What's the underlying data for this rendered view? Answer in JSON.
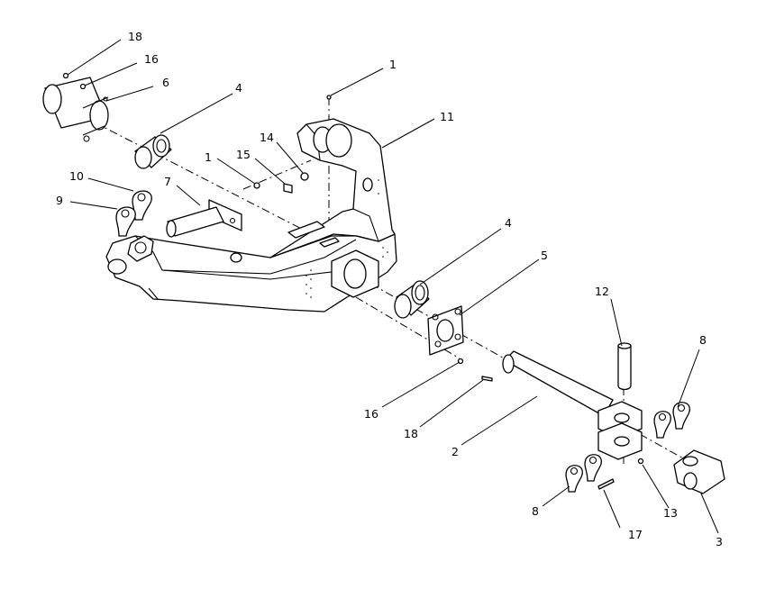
{
  "callouts": [
    {
      "id": "c-18-top",
      "text": "18"
    },
    {
      "id": "c-16-top",
      "text": "16"
    },
    {
      "id": "c-6",
      "text": "6"
    },
    {
      "id": "c-4-top",
      "text": "4"
    },
    {
      "id": "c-1-top",
      "text": "1"
    },
    {
      "id": "c-11",
      "text": "11"
    },
    {
      "id": "c-14",
      "text": "14"
    },
    {
      "id": "c-15",
      "text": "15"
    },
    {
      "id": "c-1-mid",
      "text": "1"
    },
    {
      "id": "c-10",
      "text": "10"
    },
    {
      "id": "c-7",
      "text": "7"
    },
    {
      "id": "c-9",
      "text": "9"
    },
    {
      "id": "c-4-mid",
      "text": "4"
    },
    {
      "id": "c-5",
      "text": "5"
    },
    {
      "id": "c-12",
      "text": "12"
    },
    {
      "id": "c-8-right",
      "text": "8"
    },
    {
      "id": "c-16-bottom",
      "text": "16"
    },
    {
      "id": "c-18-bottom",
      "text": "18"
    },
    {
      "id": "c-2",
      "text": "2"
    },
    {
      "id": "c-8-bottom",
      "text": "8"
    },
    {
      "id": "c-13",
      "text": "13"
    },
    {
      "id": "c-17",
      "text": "17"
    },
    {
      "id": "c-3",
      "text": "3"
    }
  ]
}
